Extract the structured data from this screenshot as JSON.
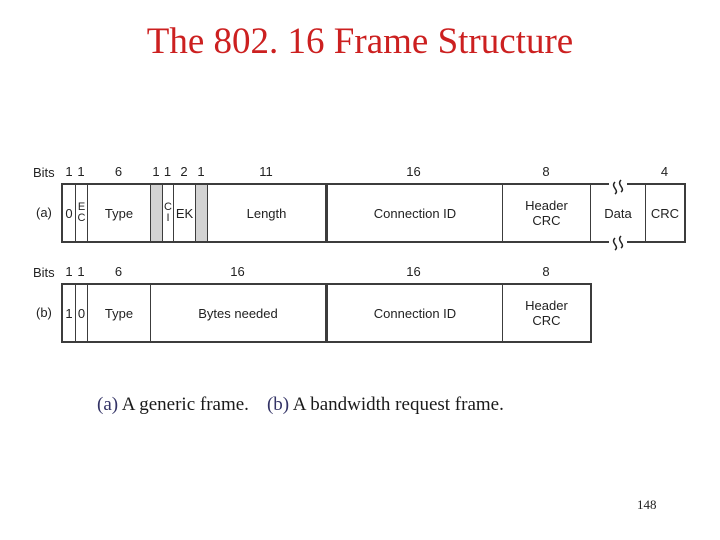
{
  "page": {
    "title": "The 802. 16 Frame Structure",
    "title_color": "#cc2020",
    "caption_label_color": "#333366",
    "page_number": "148"
  },
  "caption": {
    "a_label": "(a)",
    "a_text": " A generic frame.",
    "b_label": "(b)",
    "b_text": " A bandwidth request frame."
  },
  "diagram": {
    "bits_row_label": "Bits",
    "line_color": "#3c3c3c",
    "shaded_field_color": "#d3d3d3",
    "frames": [
      {
        "id": "a",
        "side_label": "(a)",
        "fields": [
          {
            "bits": "1",
            "lines": [
              "0"
            ],
            "w": 12
          },
          {
            "bits": "1",
            "lines": [
              "E",
              "C"
            ],
            "w": 12,
            "letter_stack": true
          },
          {
            "bits": "6",
            "lines": [
              "Type"
            ],
            "w": 63
          },
          {
            "bits": "1",
            "lines": [],
            "w": 12,
            "shaded": true
          },
          {
            "bits": "1",
            "lines": [
              "C",
              "I"
            ],
            "w": 11,
            "letter_stack": true
          },
          {
            "bits": "2",
            "lines": [
              "EK"
            ],
            "w": 22
          },
          {
            "bits": "1",
            "lines": [],
            "w": 12,
            "shaded": true
          },
          {
            "bits": "11",
            "lines": [
              "Length"
            ],
            "w": 118
          },
          {
            "bits": "16",
            "lines": [
              "Connection ID"
            ],
            "w": 177,
            "thick": true
          },
          {
            "bits": "8",
            "lines": [
              "Header",
              "CRC"
            ],
            "w": 88
          },
          {
            "bits": "",
            "lines": [
              "Data"
            ],
            "w": 55,
            "breaks": true
          },
          {
            "bits": "4",
            "lines": [
              "CRC"
            ],
            "w": 39
          }
        ]
      },
      {
        "id": "b",
        "side_label": "(b)",
        "fields": [
          {
            "bits": "1",
            "lines": [
              "1"
            ],
            "w": 12
          },
          {
            "bits": "1",
            "lines": [
              "0"
            ],
            "w": 12
          },
          {
            "bits": "6",
            "lines": [
              "Type"
            ],
            "w": 63
          },
          {
            "bits": "16",
            "lines": [
              "Bytes needed"
            ],
            "w": 175
          },
          {
            "bits": "16",
            "lines": [
              "Connection ID"
            ],
            "w": 177,
            "thick": true
          },
          {
            "bits": "8",
            "lines": [
              "Header",
              "CRC"
            ],
            "w": 88
          }
        ]
      }
    ]
  }
}
